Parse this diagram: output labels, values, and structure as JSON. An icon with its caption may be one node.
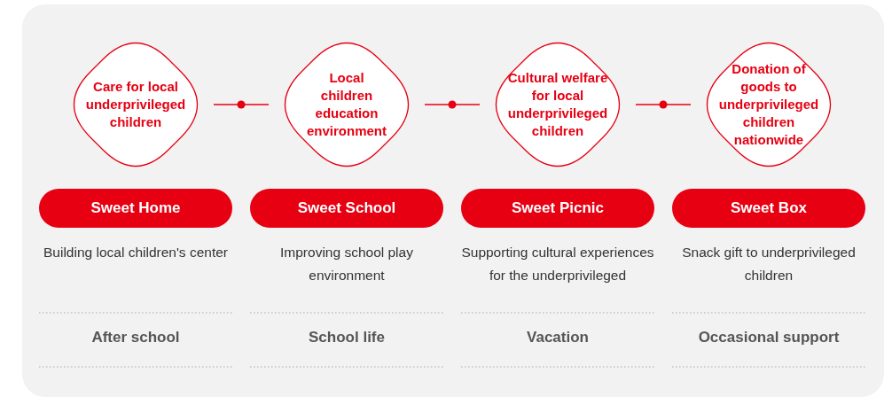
{
  "diagram": {
    "nodes": [
      {
        "text": [
          "Care for local underprivileged children"
        ]
      },
      {
        "text": [
          "Local children education environment"
        ]
      },
      {
        "text": [
          "Cultural welfare for local underprivileged children"
        ]
      },
      {
        "text": [
          "Donation of goods to underprivileged children nationwide"
        ]
      },
      {
        "text": [
          "Sweet Home"
        ]
      },
      {
        "text": [
          "Sweet School"
        ]
      },
      {
        "text": [
          "Sweet Picnic"
        ]
      },
      {
        "text": [
          "Sweet Box"
        ]
      }
    ],
    "edges": [
      {
        "from": 0,
        "to": 1,
        "arrow": "none"
      },
      {
        "from": 1,
        "to": 2,
        "arrow": "none"
      },
      {
        "from": 2,
        "to": 3,
        "arrow": "none"
      }
    ],
    "labels": [
      "Building local children's center",
      "Improving school play environment",
      "Supporting cultural experiences for the underprivileged",
      "Snack gift to underprivileged children",
      "After school",
      "School life",
      "Vacation",
      "Occasional support"
    ]
  }
}
